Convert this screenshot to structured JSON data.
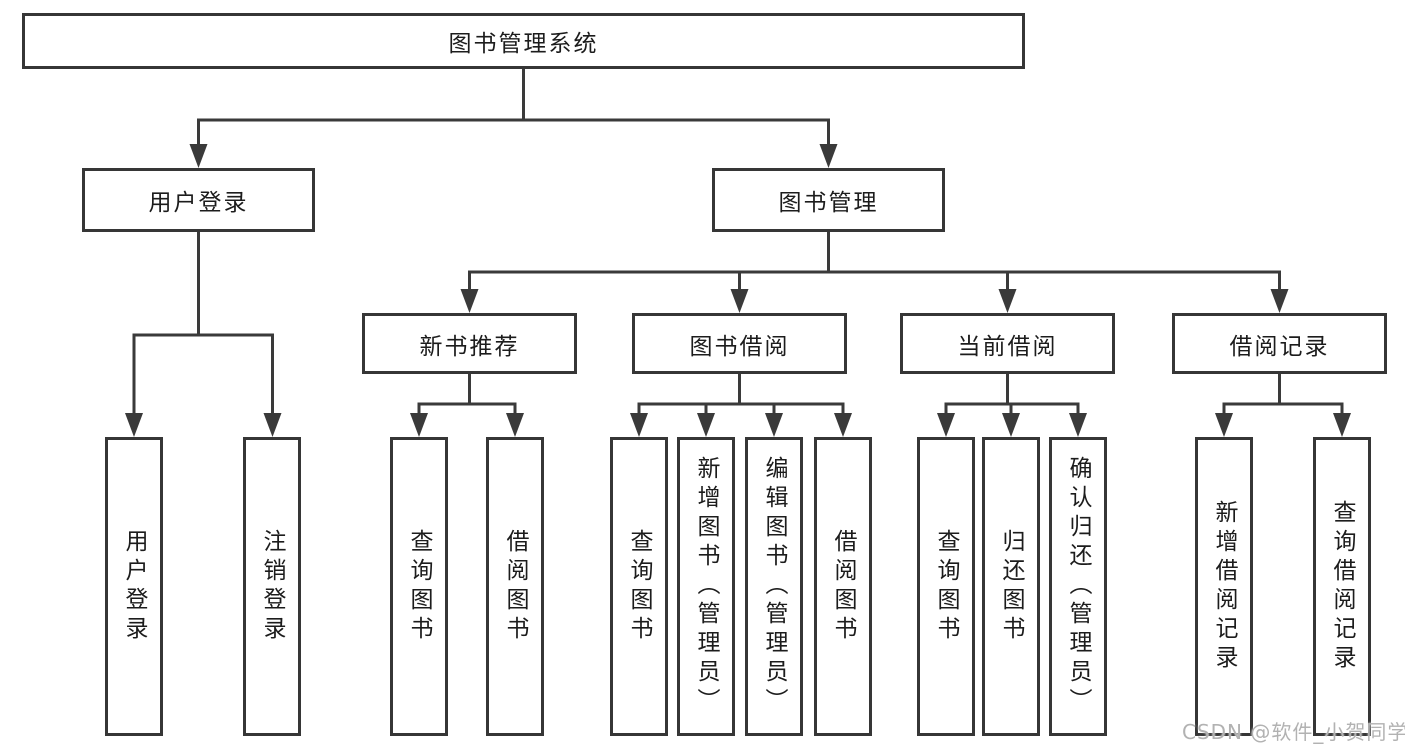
{
  "tree": {
    "root": {
      "label": "图书管理系统",
      "children": [
        {
          "label": "用户登录",
          "children": [
            {
              "label": "用户登录"
            },
            {
              "label": "注销登录"
            }
          ]
        },
        {
          "label": "图书管理",
          "children": [
            {
              "label": "新书推荐",
              "children": [
                {
                  "label": "查询图书"
                },
                {
                  "label": "借阅图书"
                }
              ]
            },
            {
              "label": "图书借阅",
              "children": [
                {
                  "label": "查询图书"
                },
                {
                  "label": "新增图书（管理员）"
                },
                {
                  "label": "编辑图书（管理员）"
                },
                {
                  "label": "借阅图书"
                }
              ]
            },
            {
              "label": "当前借阅",
              "children": [
                {
                  "label": "查询图书"
                },
                {
                  "label": "归还图书"
                },
                {
                  "label": "确认归还（管理员）"
                }
              ]
            },
            {
              "label": "借阅记录",
              "children": [
                {
                  "label": "新增借阅记录"
                },
                {
                  "label": "查询借阅记录"
                }
              ]
            }
          ]
        }
      ]
    }
  },
  "colors": {
    "box_border": "#363636",
    "line": "#3a3a3a",
    "text": "#1c1c1c",
    "watermark": "#b2b2b2",
    "background": "#ffffff"
  },
  "watermark": {
    "text": "CSDN @软件_小贺同学"
  }
}
